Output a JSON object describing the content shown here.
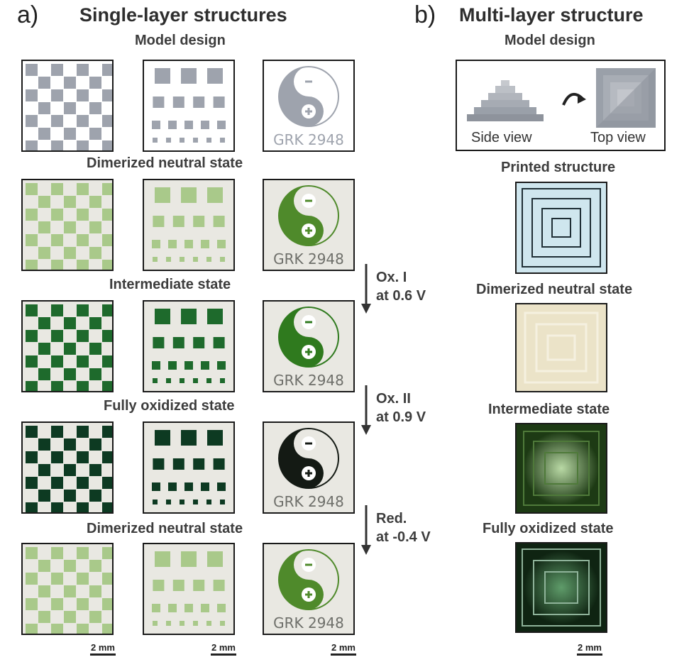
{
  "panel_a": {
    "letter": "a)",
    "title": "Single-layer structures",
    "rows": [
      {
        "label": "Model design",
        "state": "model"
      },
      {
        "label": "Dimerized neutral state",
        "state": "neutral"
      },
      {
        "label": "Intermediate state",
        "state": "intermediate"
      },
      {
        "label": "Fully oxidized state",
        "state": "oxidized"
      },
      {
        "label": "Dimerized neutral state",
        "state": "neutral"
      }
    ],
    "logo_text": "GRK 2948",
    "steps": [
      {
        "line1": "Ox. I",
        "line2": "at 0.6 V"
      },
      {
        "line1": "Ox. II",
        "line2": "at 0.9 V"
      },
      {
        "line1": "Red.",
        "line2": "at -0.4 V"
      }
    ],
    "scale_bar": "2 mm"
  },
  "panel_b": {
    "letter": "b)",
    "title": "Multi-layer structure",
    "model_label": "Model design",
    "side_view": "Side view",
    "top_view": "Top view",
    "rows": [
      {
        "label": "Printed structure"
      },
      {
        "label": "Dimerized neutral state"
      },
      {
        "label": "Intermediate state"
      },
      {
        "label": "Fully oxidized state"
      }
    ],
    "scale_bar": "2 mm"
  },
  "colors": {
    "model_gray": "#9ea3ad",
    "neutral_green": "#a9c98a",
    "intermediate_green": "#1e6a2c",
    "oxidized_green": "#0d3a22",
    "logo_neutral": "#4f8a2b",
    "logo_intermediate": "#2f7a1e",
    "logo_oxidized": "#141a14",
    "paper": "#e9e8e2"
  }
}
